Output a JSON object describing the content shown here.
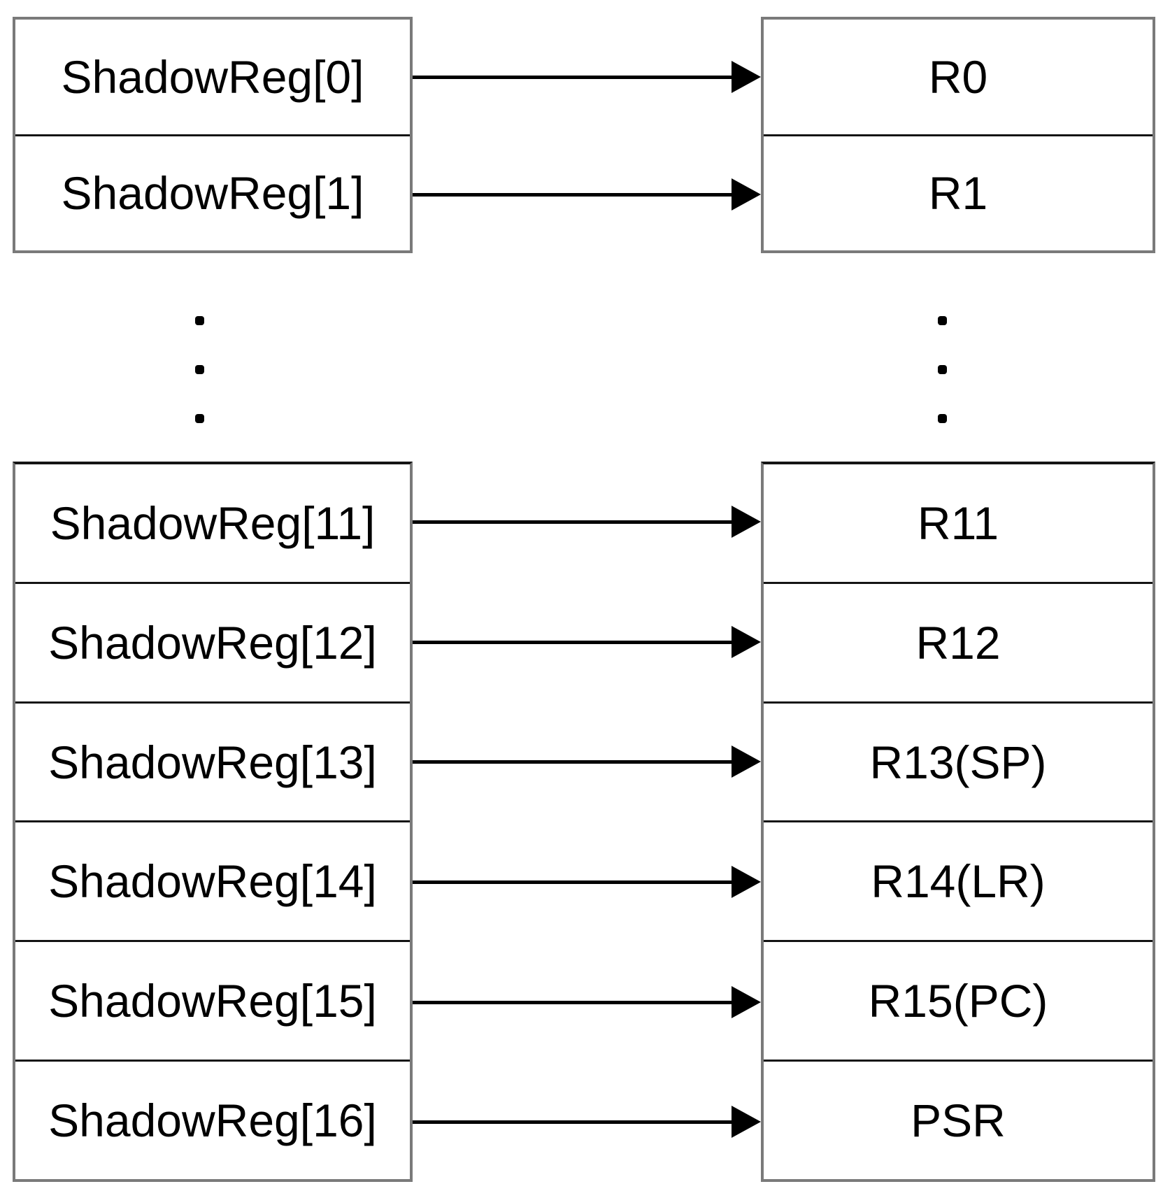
{
  "left_column": {
    "top_rows": [
      "ShadowReg[0]",
      "ShadowReg[1]"
    ],
    "bottom_rows": [
      "ShadowReg[11]",
      "ShadowReg[12]",
      "ShadowReg[13]",
      "ShadowReg[14]",
      "ShadowReg[15]",
      "ShadowReg[16]"
    ]
  },
  "right_column": {
    "top_rows": [
      "R0",
      "R1"
    ],
    "bottom_rows": [
      "R11",
      "R12",
      "R13(SP)",
      "R14(LR)",
      "R15(PC)",
      "PSR"
    ]
  },
  "ellipsis_dots_per_column": 3,
  "mappings": [
    {
      "from": "ShadowReg[0]",
      "to": "R0"
    },
    {
      "from": "ShadowReg[1]",
      "to": "R1"
    },
    {
      "from": "ShadowReg[11]",
      "to": "R11"
    },
    {
      "from": "ShadowReg[12]",
      "to": "R12"
    },
    {
      "from": "ShadowReg[13]",
      "to": "R13(SP)"
    },
    {
      "from": "ShadowReg[14]",
      "to": "R14(LR)"
    },
    {
      "from": "ShadowReg[15]",
      "to": "R15(PC)"
    },
    {
      "from": "ShadowReg[16]",
      "to": "PSR"
    }
  ],
  "colors": {
    "background": "#ffffff",
    "box_fill": "#ffffff",
    "outer_border": "#7a7a7a",
    "divider": "#141414",
    "text": "#000000",
    "arrow": "#000000"
  }
}
